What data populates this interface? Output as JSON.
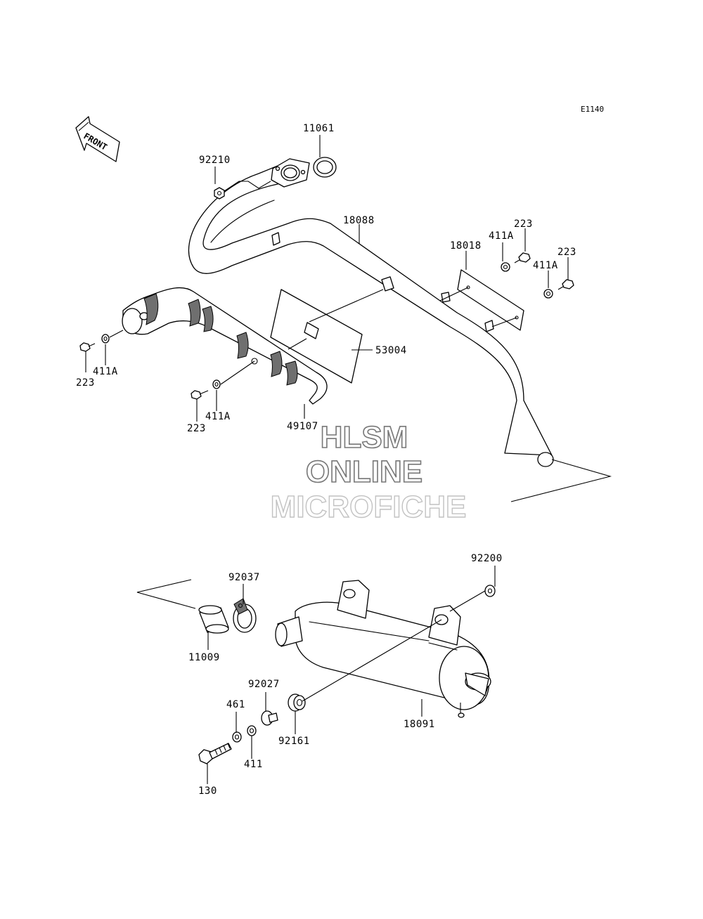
{
  "diagram_code": "E1140",
  "front_arrow_text": "FRONT",
  "watermark": {
    "line1": "HLSM",
    "line2": "ONLINE",
    "line3": "MICROFICHE"
  },
  "callouts": {
    "c11061": "11061",
    "c92210": "92210",
    "c18088": "18088",
    "c18018": "18018",
    "c411A_top_left": "411A",
    "c223_top_left": "223",
    "c223_top_right": "223",
    "c411A_top_right": "411A",
    "c53004": "53004",
    "c49107": "49107",
    "c223_left": "223",
    "c411A_left": "411A",
    "c223_mid": "223",
    "c411A_mid": "411A",
    "c92037": "92037",
    "c11009": "11009",
    "c92200": "92200",
    "c92027": "92027",
    "c461": "461",
    "c411": "411",
    "c92161": "92161",
    "c18091": "18091",
    "c130": "130"
  }
}
